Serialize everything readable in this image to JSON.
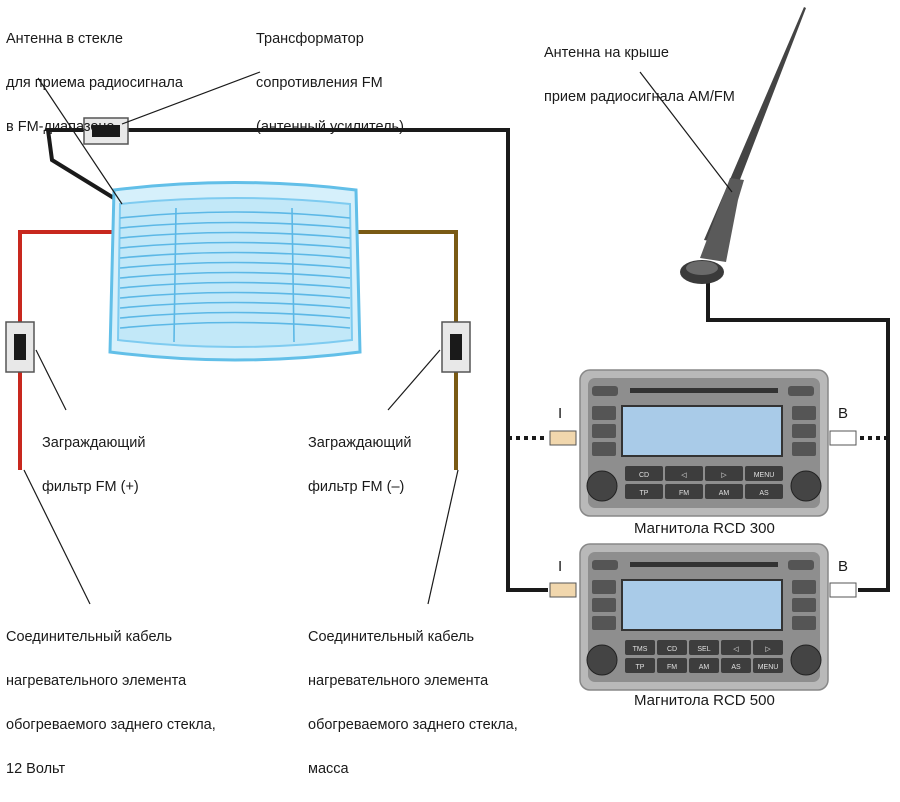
{
  "labels": {
    "glass_antenna": [
      "Антенна в стекле",
      "для приема радиосигнала",
      "в FM-диапазоне"
    ],
    "transformer": [
      "Трансформатор",
      "сопротивления FM",
      "(антенный усилитель)"
    ],
    "roof_antenna": [
      "Антенна на крыше",
      "прием радиосигнала AM/FM"
    ],
    "filter_plus": [
      "Заграждающий",
      "фильтр FM (+)"
    ],
    "filter_minus": [
      "Заграждающий",
      "фильтр FM (–)"
    ],
    "cable_12v": [
      "Соединительный кабель",
      "нагревательного элемента",
      "обогреваемого заднего стекла,",
      "12 Вольт"
    ],
    "cable_ground": [
      "Соединительный кабель",
      "нагревательного элемента",
      "обогреваемого заднего стекла,",
      "масса"
    ]
  },
  "radios": [
    {
      "caption": "Магнитола RCD 300",
      "connector_left": "I",
      "connector_right": "B",
      "buttons_row1": [
        "CD",
        "◁",
        "▷",
        "MENU"
      ],
      "buttons_row2": [
        "TP",
        "FM",
        "AM",
        "AS"
      ]
    },
    {
      "caption": "Магнитола RCD 500",
      "connector_left": "I",
      "connector_right": "B",
      "buttons_row1": [
        "TMS",
        "CD",
        "SEL",
        "◁",
        "▷"
      ],
      "buttons_row2": [
        "TP",
        "FM",
        "AM",
        "AS",
        "MENU"
      ]
    }
  ],
  "colors": {
    "wire_black": "#1a1a1a",
    "wire_red": "#c8281e",
    "wire_brown": "#7a5a14",
    "glass_blue": "#7ecbf0",
    "radio_body": "#b9b9b9",
    "display": "#a9cbe8"
  }
}
